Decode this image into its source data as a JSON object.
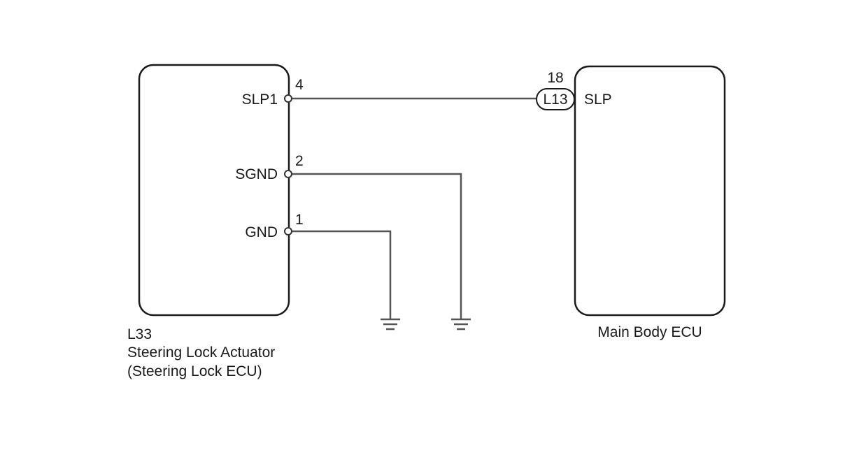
{
  "left_component": {
    "connector_code": "L33",
    "name_line1": "Steering Lock Actuator",
    "name_line2": "(Steering Lock ECU)",
    "pins": [
      {
        "number": "4",
        "label": "SLP1"
      },
      {
        "number": "2",
        "label": "SGND"
      },
      {
        "number": "1",
        "label": "GND"
      }
    ]
  },
  "right_component": {
    "name": "Main Body ECU",
    "pin_label": "SLP",
    "connector_code": "L13",
    "connector_pin": "18"
  },
  "colors": {
    "outline": "#1a1a1a",
    "wire": "#555555",
    "background": "#ffffff"
  }
}
